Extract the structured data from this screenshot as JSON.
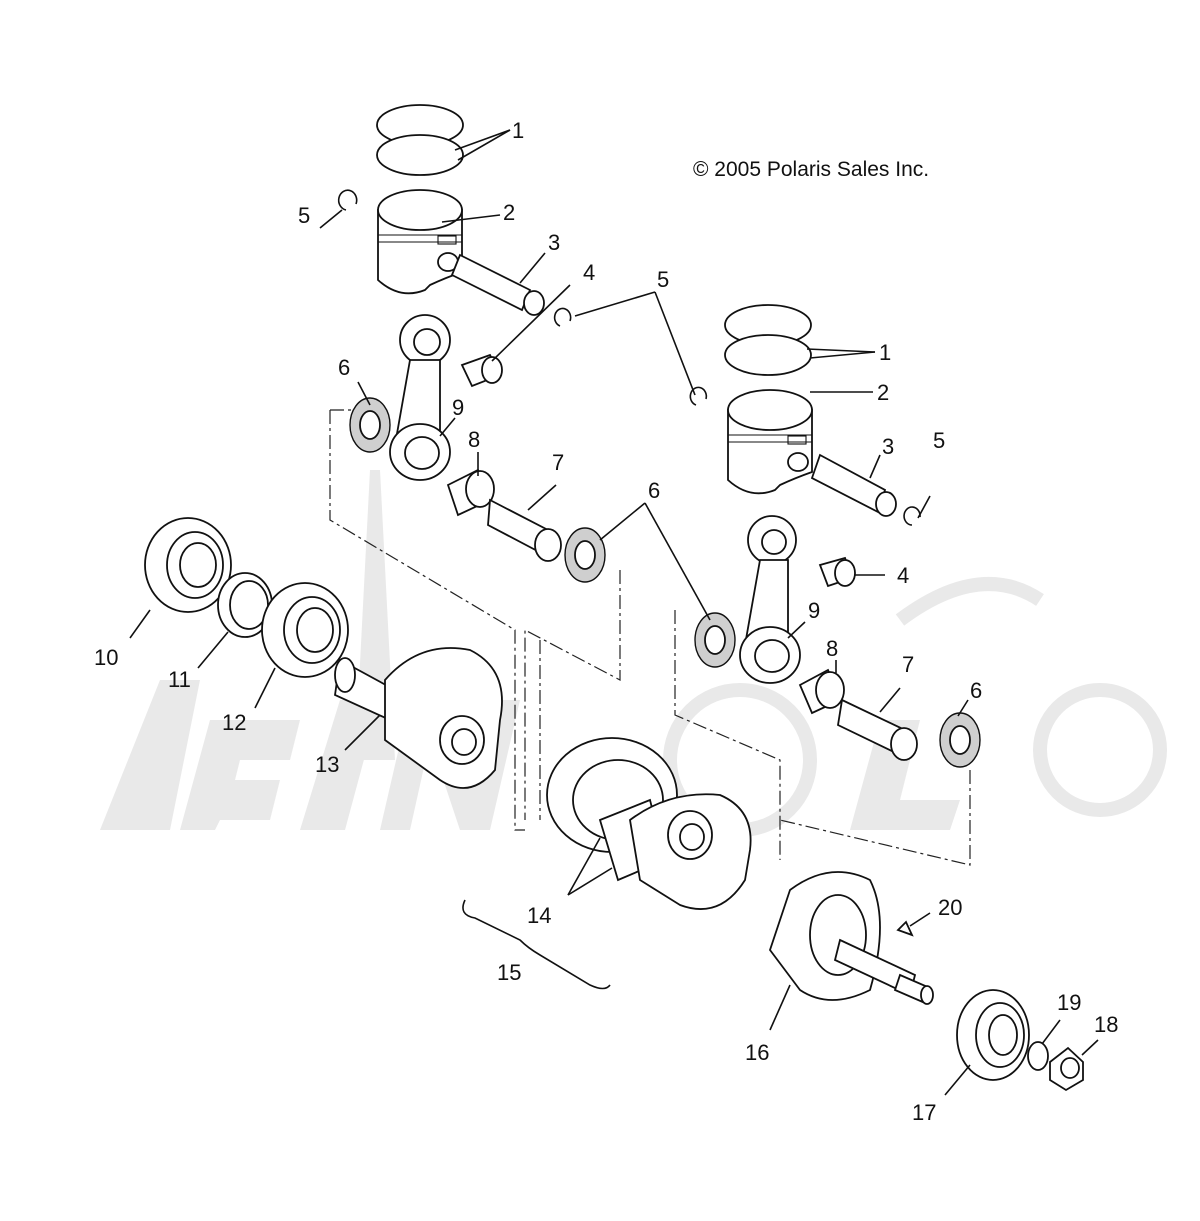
{
  "copyright": "© 2005 Polaris Sales Inc.",
  "callouts": [
    {
      "id": "1a",
      "text": "1"
    },
    {
      "id": "2a",
      "text": "2"
    },
    {
      "id": "3a",
      "text": "3"
    },
    {
      "id": "4a",
      "text": "4"
    },
    {
      "id": "5a",
      "text": "5"
    },
    {
      "id": "5b",
      "text": "5"
    },
    {
      "id": "6a",
      "text": "6"
    },
    {
      "id": "9a",
      "text": "9"
    },
    {
      "id": "8a",
      "text": "8"
    },
    {
      "id": "7a",
      "text": "7"
    },
    {
      "id": "1b",
      "text": "1"
    },
    {
      "id": "2b",
      "text": "2"
    },
    {
      "id": "3b",
      "text": "3"
    },
    {
      "id": "5c",
      "text": "5"
    },
    {
      "id": "6b",
      "text": "6"
    },
    {
      "id": "4b",
      "text": "4"
    },
    {
      "id": "9b",
      "text": "9"
    },
    {
      "id": "8b",
      "text": "8"
    },
    {
      "id": "7b",
      "text": "7"
    },
    {
      "id": "6c",
      "text": "6"
    },
    {
      "id": "10",
      "text": "10"
    },
    {
      "id": "11",
      "text": "11"
    },
    {
      "id": "12",
      "text": "12"
    },
    {
      "id": "13",
      "text": "13"
    },
    {
      "id": "14",
      "text": "14"
    },
    {
      "id": "15",
      "text": "15"
    },
    {
      "id": "16",
      "text": "16"
    },
    {
      "id": "17",
      "text": "17"
    },
    {
      "id": "18",
      "text": "18"
    },
    {
      "id": "19",
      "text": "19"
    },
    {
      "id": "20",
      "text": "20"
    }
  ]
}
